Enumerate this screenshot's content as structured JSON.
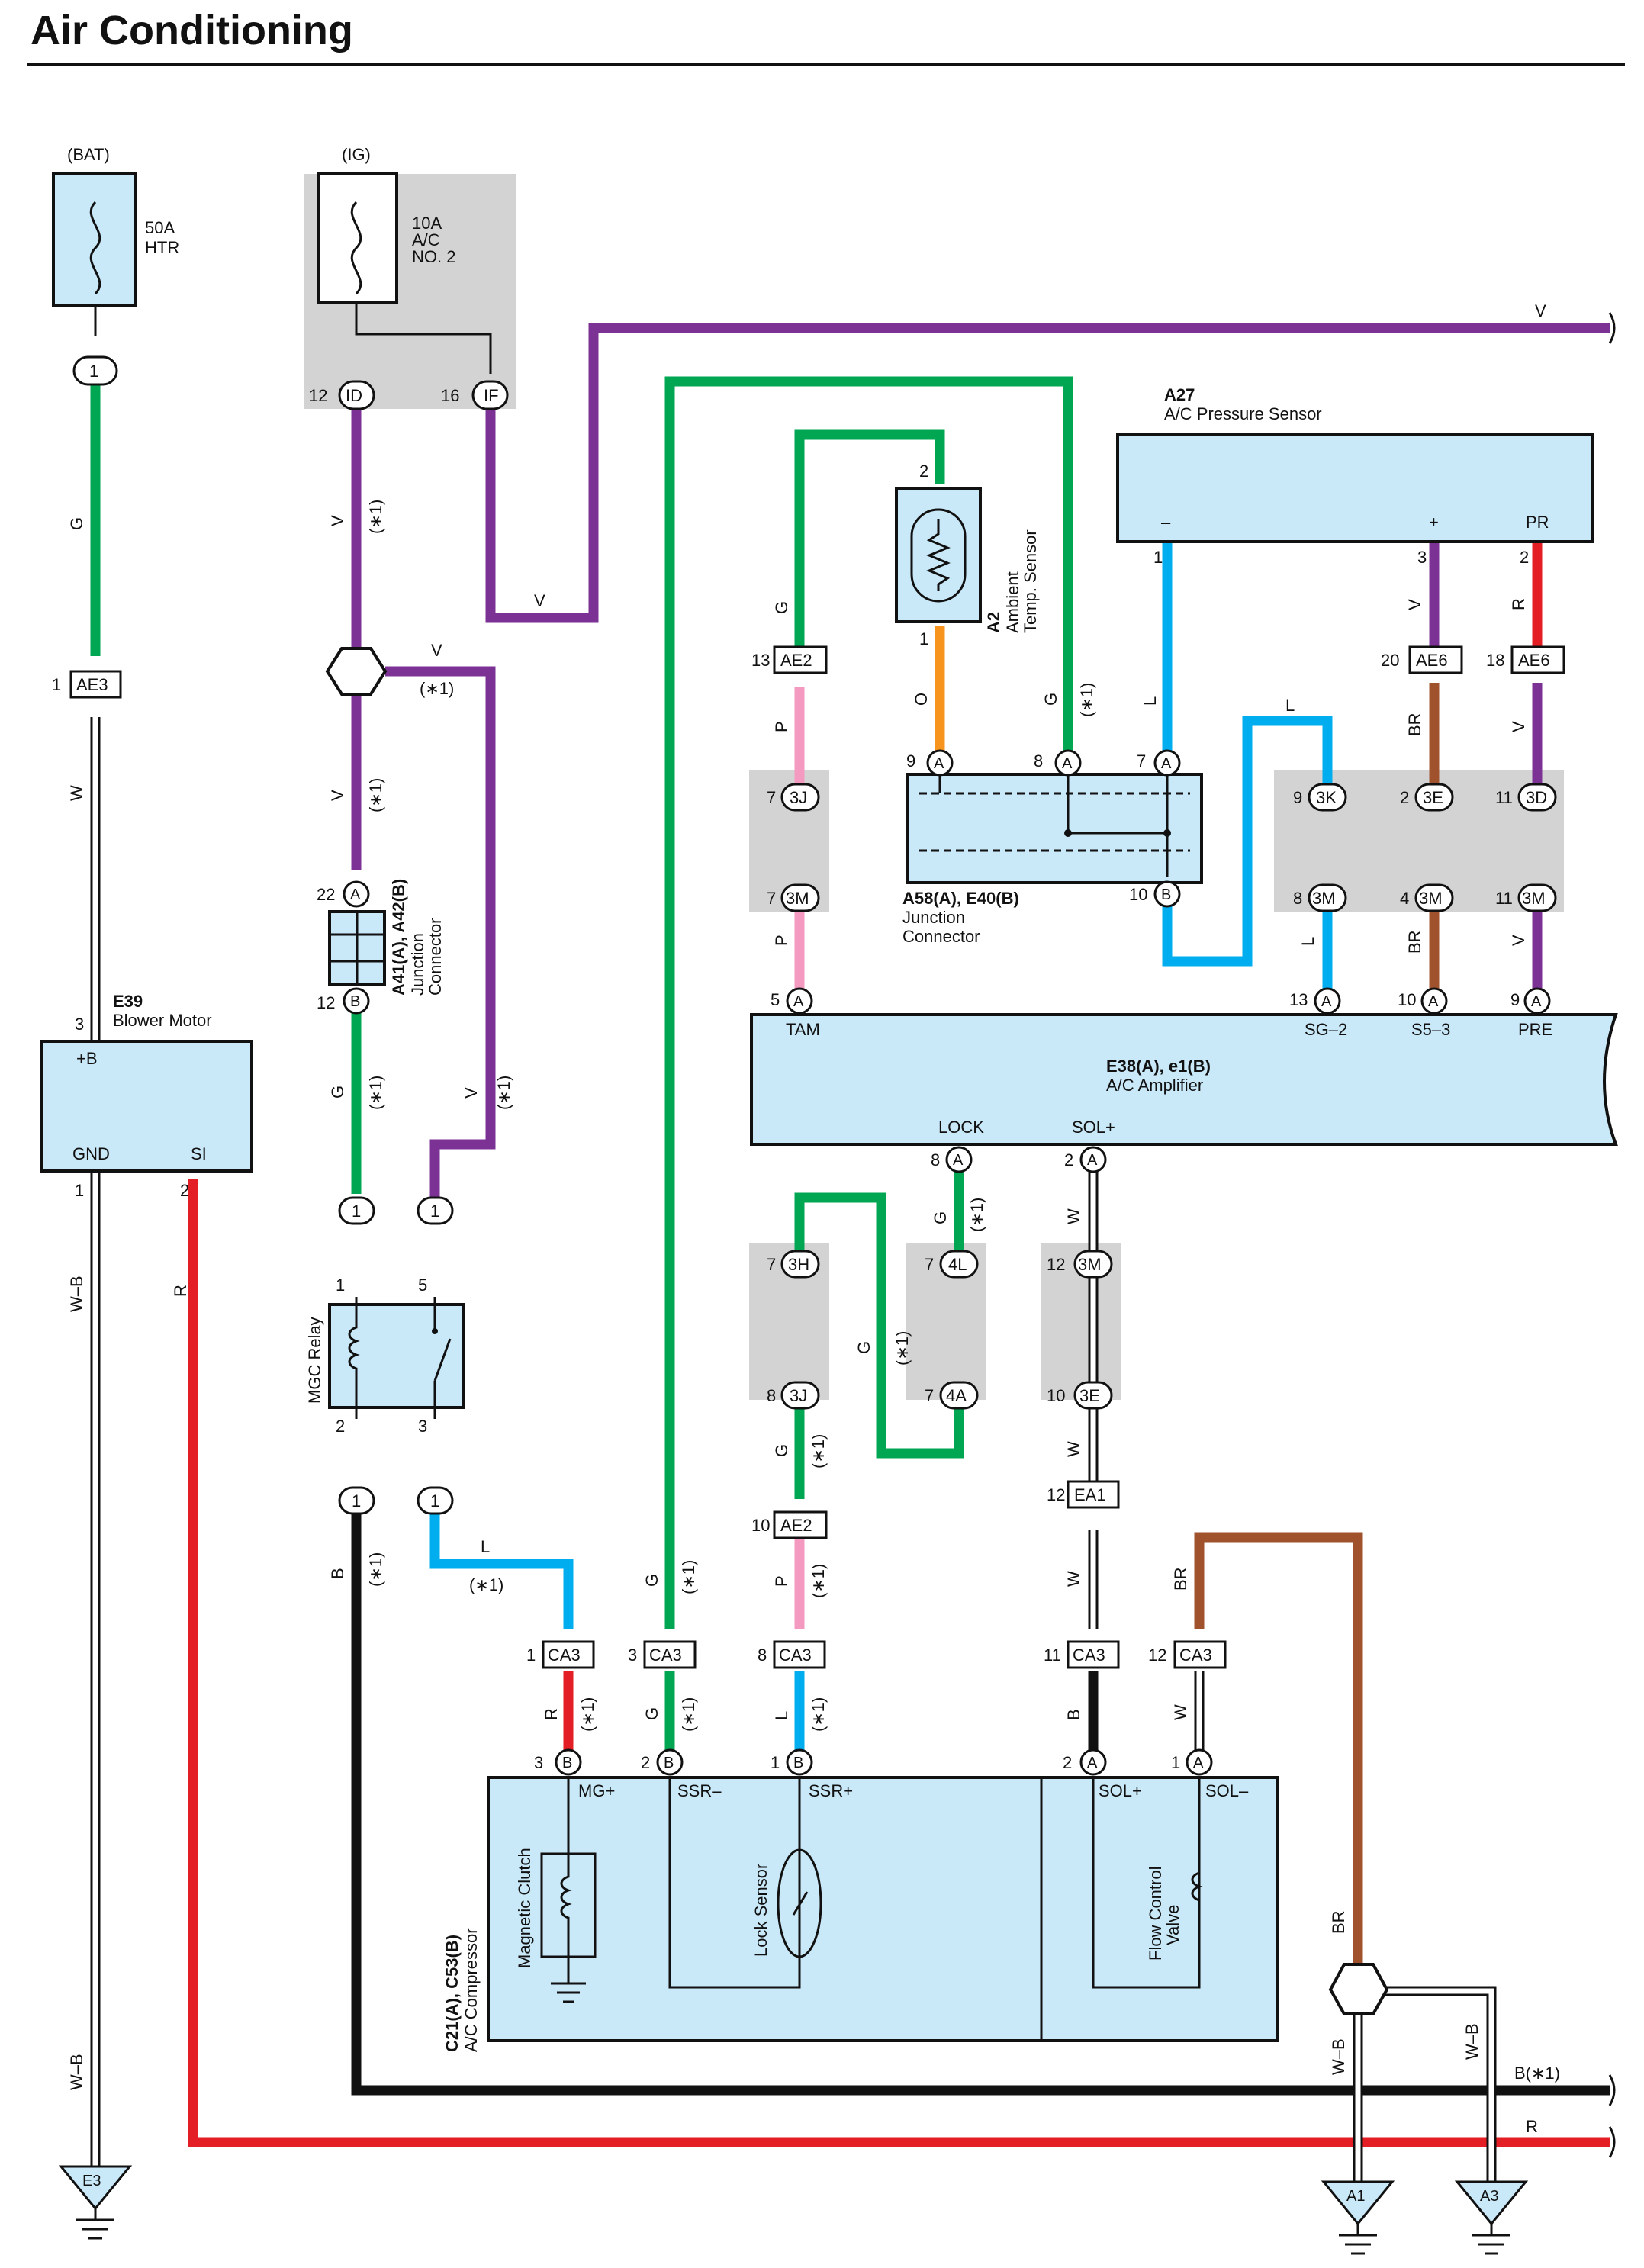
{
  "title": "Air Conditioning",
  "supplies": {
    "bat": "(BAT)",
    "ig": "(IG)",
    "fuse_htr": {
      "rating": "50A",
      "name": "HTR"
    },
    "fuse_ac": {
      "rating": "10A",
      "name1": "A/C",
      "name2": "NO. 2"
    }
  },
  "components": {
    "blower_motor": {
      "id": "E39",
      "name": "Blower Motor",
      "plus_b": "+B",
      "gnd": "GND",
      "si": "SI"
    },
    "pressure_sensor": {
      "id": "A27",
      "name": "A/C Pressure Sensor",
      "minus": "–",
      "plus": "+",
      "pr": "PR"
    },
    "ambient_sensor": {
      "id": "A2",
      "name1": "Ambient",
      "name2": "Temp. Sensor"
    },
    "junction_a58": {
      "id": "A58(A), E40(B)",
      "name1": "Junction",
      "name2": "Connector"
    },
    "junction_a41": {
      "id": "A41(A), A42(B)",
      "name1": "Junction",
      "name2": "Connector"
    },
    "amplifier": {
      "id": "E38(A), e1(B)",
      "name": "A/C Amplifier",
      "tam": "TAM",
      "sg2": "SG–2",
      "s53": "S5–3",
      "pre": "PRE",
      "lock": "LOCK",
      "solp": "SOL+"
    },
    "mgc_relay": {
      "name": "MGC Relay"
    },
    "compressor": {
      "id": "C21(A), C53(B)",
      "name": "A/C Compressor",
      "mgp": "MG+",
      "ssrm": "SSR–",
      "ssrp": "SSR+",
      "solp": "SOL+",
      "solm": "SOL–",
      "clutch": "Magnetic Clutch",
      "lock_sensor": "Lock Sensor",
      "fcv1": "Flow Control",
      "fcv2": "Valve"
    }
  },
  "connectors": {
    "ae3": "AE3",
    "ae2": "AE2",
    "ae6": "AE6",
    "ca3": "CA3",
    "ea1": "EA1",
    "id": "ID",
    "if": "IF",
    "a": "A",
    "b": "B",
    "c3j": "3J",
    "c3m": "3M",
    "c3k": "3K",
    "c3e": "3E",
    "c3d": "3D",
    "c3h": "3H",
    "c4l": "4L",
    "c4a": "4A"
  },
  "wire_colors": {
    "G": "G",
    "V": "V",
    "W": "W",
    "WB": "W–B",
    "R": "R",
    "B": "B",
    "L": "L",
    "P": "P",
    "O": "O",
    "BR": "BR",
    "note": "(∗1)",
    "b_note": "B(∗1)"
  },
  "grounds": {
    "e3": "E3",
    "a1": "A1",
    "a3": "A3"
  },
  "pins": {
    "p1": "1",
    "p2": "2",
    "p3": "3",
    "p4": "4",
    "p5": "5",
    "p7": "7",
    "p8": "8",
    "p9": "9",
    "p10": "10",
    "p11": "11",
    "p12": "12",
    "p13": "13",
    "p16": "16",
    "p18": "18",
    "p20": "20",
    "p22": "22"
  },
  "colors": {
    "green": "#00a651",
    "violet": "#7b3294",
    "red": "#e41e25",
    "blue": "#00aeef",
    "pink": "#f49ac1",
    "orange": "#f7941d",
    "brown": "#a0522d",
    "black": "#111111",
    "white_wire": "#ffffff",
    "component_fill": "#c9e8f8",
    "shade": "#d3d3d3"
  },
  "icons": [
    "fuse-icon",
    "thermistor-icon",
    "coil-icon",
    "switch-icon",
    "ground-icon",
    "splice-icon",
    "lock-sensor-icon"
  ]
}
